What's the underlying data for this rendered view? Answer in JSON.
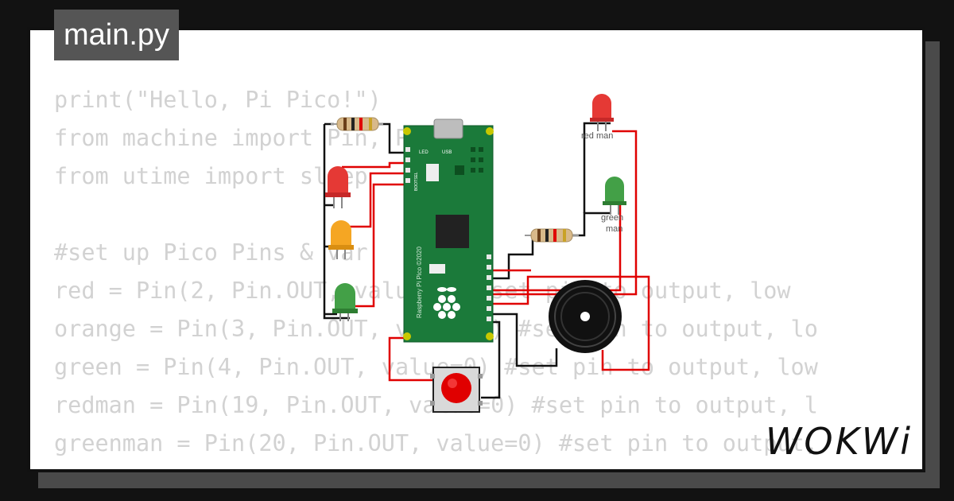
{
  "tab": {
    "label": "main.py"
  },
  "code_lines": [
    "print(\"Hello, Pi Pico!\")",
    "from machine import Pin, PWM",
    "from utime import sleep",
    "",
    "#set up Pico Pins & var",
    "red = Pin(2, Pin.OUT, value=0) #set pin to output, low",
    "orange = Pin(3, Pin.OUT, value=0) #set pin to output, lo",
    "green = Pin(4, Pin.OUT, value=0) #set pin to output, low",
    "redman = Pin(19, Pin.OUT, value=0) #set pin to output, l",
    "greenman = Pin(20, Pin.OUT, value=0) #set pin to output,"
  ],
  "labels": {
    "red_man": "red man",
    "green_man_1": "green",
    "green_man_2": "man",
    "board_text": "Raspberry Pi Pico ©2020",
    "led_pin": "LED",
    "usb": "USB",
    "bootsel": "BOOTSEL"
  },
  "brand": {
    "logo_text": "WOKWi"
  },
  "colors": {
    "led_red": "#e53935",
    "led_orange": "#f5a623",
    "led_green": "#43a047",
    "pcb": "#1b7a3a",
    "wire_red": "#e00000",
    "wire_black": "#111111"
  }
}
